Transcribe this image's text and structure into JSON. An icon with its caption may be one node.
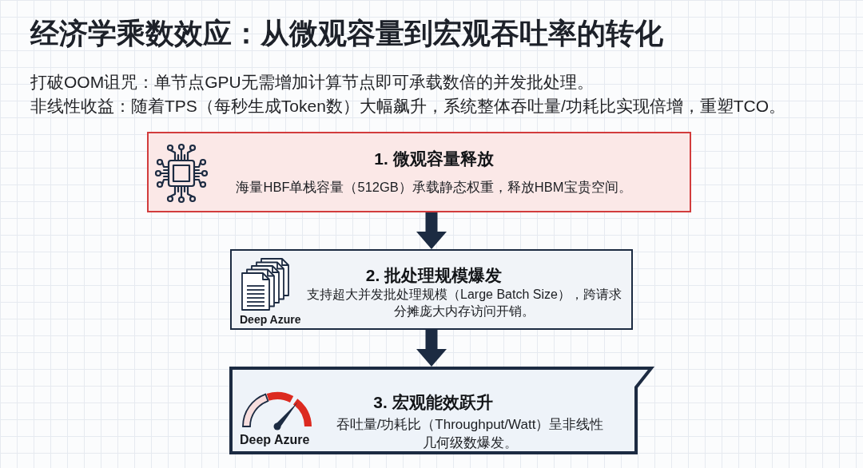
{
  "diagram": {
    "title": "经济学乘数效应：从微观容量到宏观吞吐率的转化",
    "nodes": [
      {
        "text": [
          "1. 微观容量释放",
          "海量HBF单栈容量（512GB）承载静态权重，释放HBM宝贵空间。"
        ]
      },
      {
        "text": [
          "2. 批处理规模爆发",
          "支持超大并发批处理规模（Large Batch Size），跨请求分摊庞大内存访问开销。",
          "Deep Azure"
        ]
      },
      {
        "text": [
          "3. 宏观能效跃升",
          "Deep Azure",
          "吞吐量/功耗比（Throughput/Watt）呈非线性几何级数爆发。"
        ]
      }
    ],
    "edges": [
      {
        "from": 0,
        "to": 1,
        "arrow": "to"
      },
      {
        "from": 1,
        "to": 2,
        "arrow": "to"
      }
    ],
    "labels": [
      "打破OOM诅咒：单节点GPU无需增加计算节点即可承载数倍的并发批处理。",
      "非线性收益：随着TPS（每秒生成Token数）大幅飙升，系统整体吞吐量/功耗比实现倍增，重塑TCO。"
    ]
  }
}
